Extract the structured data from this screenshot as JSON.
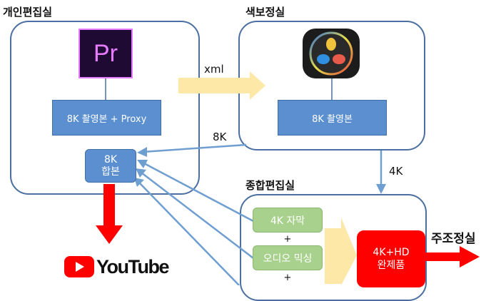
{
  "rooms": {
    "personal": {
      "title": "개인편집실"
    },
    "color": {
      "title": "색보정실"
    },
    "integrated": {
      "title": "종합편집실"
    },
    "main_control": {
      "title": "주조정실"
    }
  },
  "apps": {
    "premiere": {
      "text": "Pr",
      "bg": "#1f0a33",
      "accent": "#e77cff"
    }
  },
  "boxes": {
    "personal_footage": "8K 촬영본 + Proxy",
    "color_footage": "8K 촬영본",
    "combined_line1": "8K",
    "combined_line2": "합본",
    "subtitle": "4K 자막",
    "audio_mix": "오디오 믹싱",
    "final_line1": "4K+HD",
    "final_line2": "완제품"
  },
  "plus_signs": [
    "+",
    "+"
  ],
  "arrows": {
    "xml": "xml",
    "back_8k": "8K",
    "down_4k": "4K"
  },
  "youtube": {
    "text": "YouTube",
    "red": "#ff0000"
  },
  "colors": {
    "room_border": "#4a6fa0",
    "blue_box": "#5b8fd0",
    "green_box": "#a9d18e",
    "red": "#ff0000",
    "xml_arrow": "#fde8a8",
    "connector": "#6f9fd1"
  }
}
